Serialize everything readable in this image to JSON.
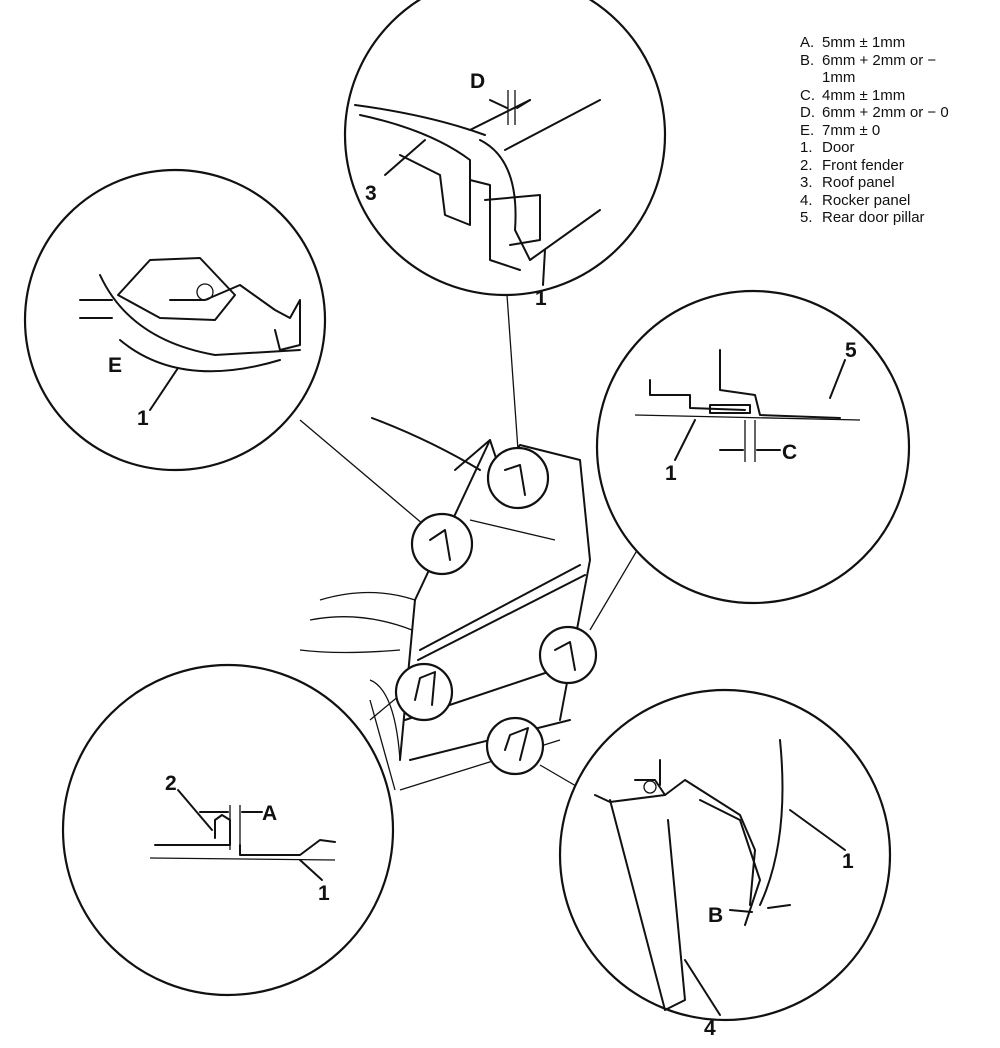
{
  "legend": [
    {
      "key": "A.",
      "text": "5mm ± 1mm"
    },
    {
      "key": "B.",
      "text": "6mm + 2mm or − 1mm"
    },
    {
      "key": "C.",
      "text": "4mm ± 1mm"
    },
    {
      "key": "D.",
      "text": "6mm + 2mm or − 0"
    },
    {
      "key": "E.",
      "text": "7mm ± 0"
    },
    {
      "key": "1.",
      "text": "Door"
    },
    {
      "key": "2.",
      "text": "Front fender"
    },
    {
      "key": "3.",
      "text": "Roof panel"
    },
    {
      "key": "4.",
      "text": "Rocker panel"
    },
    {
      "key": "5.",
      "text": "Rear door pillar"
    }
  ],
  "callouts": {
    "top_left": {
      "gap": "E",
      "part": "1"
    },
    "top": {
      "gap": "D",
      "part_a": "3",
      "part_b": "1"
    },
    "right": {
      "gap": "C",
      "part_a": "5",
      "part_b": "1"
    },
    "bottom_left": {
      "gap": "A",
      "part_a": "2",
      "part_b": "1"
    },
    "bottom_right": {
      "gap": "B",
      "part_a": "1",
      "part_b": "4"
    }
  }
}
